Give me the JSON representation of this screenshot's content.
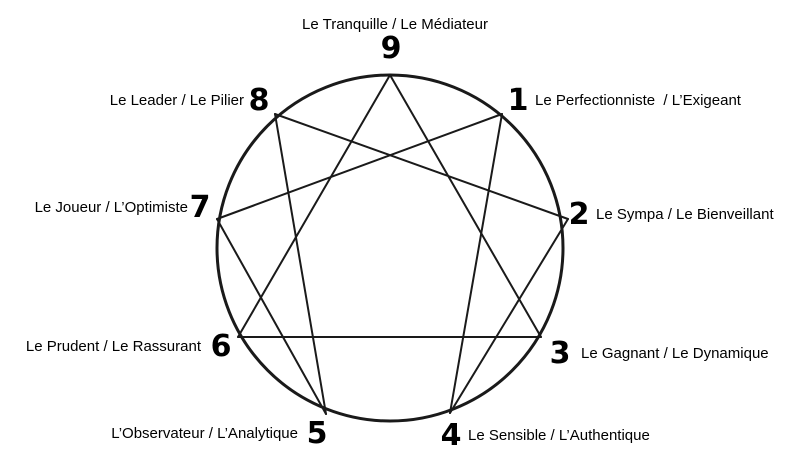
{
  "points": [
    {
      "number": "9",
      "label": "Le Tranquille / Le Médiateur"
    },
    {
      "number": "1",
      "label": "Le Perfectionniste  / L’Exigeant"
    },
    {
      "number": "2",
      "label": "Le Sympa / Le Bienveillant"
    },
    {
      "number": "3",
      "label": "Le Gagnant / Le Dynamique"
    },
    {
      "number": "4",
      "label": "Le Sensible / L’Authentique"
    },
    {
      "number": "5",
      "label": "L’Observateur / L’Analytique"
    },
    {
      "number": "6",
      "label": "Le Prudent / Le Rassurant"
    },
    {
      "number": "7",
      "label": "Le Joueur / L’Optimiste"
    },
    {
      "number": "8",
      "label": "Le Leader / Le Pilier"
    }
  ],
  "triangle": [
    "9",
    "3",
    "6"
  ],
  "hexad": [
    "1",
    "4",
    "2",
    "8",
    "5",
    "7"
  ],
  "colors": {
    "stroke": "#1a1a1a",
    "text": "#000000"
  }
}
